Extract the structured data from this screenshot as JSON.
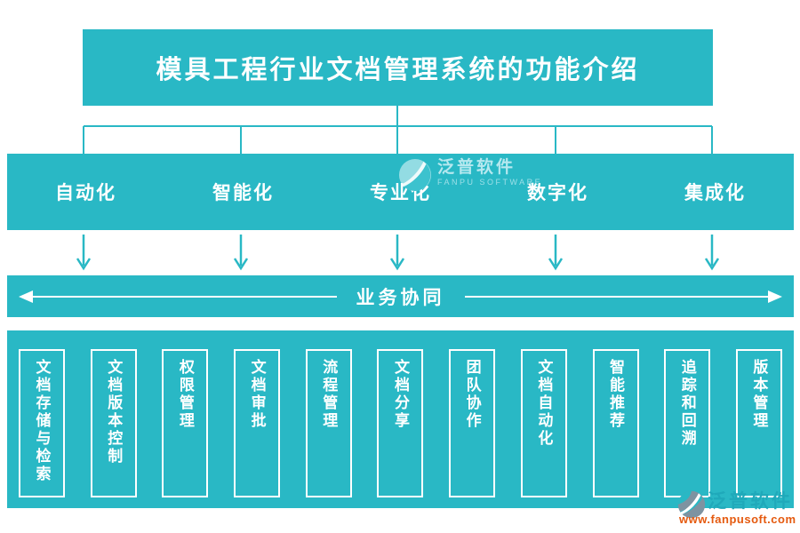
{
  "colors": {
    "teal": "#29b8c5",
    "text_white": "#ffffff",
    "watermark_light": "rgba(230,248,252,0.75)",
    "footer_name_teal": "#1fa9ba",
    "footer_url_orange": "#e55a0f"
  },
  "title": "模具工程行业文档管理系统的功能介绍",
  "branches": [
    "自动化",
    "智能化",
    "专业化",
    "数字化",
    "集成化"
  ],
  "collab_bar": {
    "label": "业务协同"
  },
  "features": [
    "文档存储与检索",
    "文档版本控制",
    "权限管理",
    "文档审批",
    "流程管理",
    "文档分享",
    "团队协作",
    "文档自动化",
    "智能推荐",
    "追踪和回溯",
    "版本管理"
  ],
  "watermark": {
    "name": "泛普软件",
    "sub": "FANPU SOFTWARE"
  },
  "footer_logo": {
    "name": "泛普软件",
    "url": "www.fanpusoft.com"
  }
}
